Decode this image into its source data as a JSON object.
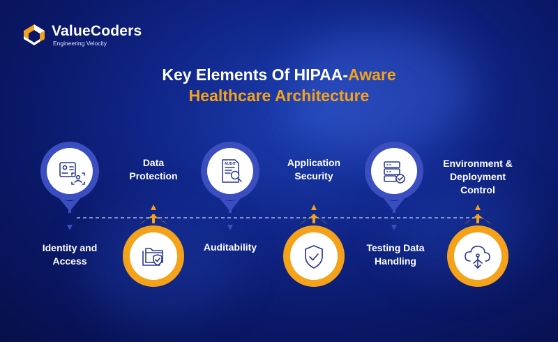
{
  "brand": {
    "name": "ValueCoders",
    "tagline": "Engineering Velocity"
  },
  "title": {
    "line1": "Key Elements Of HIPAA-",
    "line1_accent": "Aware",
    "line2": "Healthcare Architecture"
  },
  "colors": {
    "blue_node": "#3a4ec0",
    "orange_node": "#f5a21b",
    "accent": "#f5a21b",
    "icon_stroke": "#2a3890"
  },
  "elements": [
    {
      "label_line1": "Identity and",
      "label_line2": "Access",
      "icon": "id-card-face-scan-icon",
      "color": "blue"
    },
    {
      "label_line1": "Data",
      "label_line2": "Protection",
      "icon": "folders-shield-icon",
      "color": "orange"
    },
    {
      "label_line1": "Auditability",
      "label_line2": "",
      "icon": "audit-document-magnifier-icon",
      "color": "blue",
      "doc_text": "AUDIT"
    },
    {
      "label_line1": "Application",
      "label_line2": "Security",
      "icon": "shield-check-icon",
      "color": "orange"
    },
    {
      "label_line1": "Testing Data",
      "label_line2": "Handling",
      "icon": "server-check-icon",
      "color": "blue"
    },
    {
      "label_line1": "Environment &",
      "label_line2": "Deployment",
      "label_line3": "Control",
      "icon": "cloud-deploy-icon",
      "color": "orange"
    }
  ]
}
